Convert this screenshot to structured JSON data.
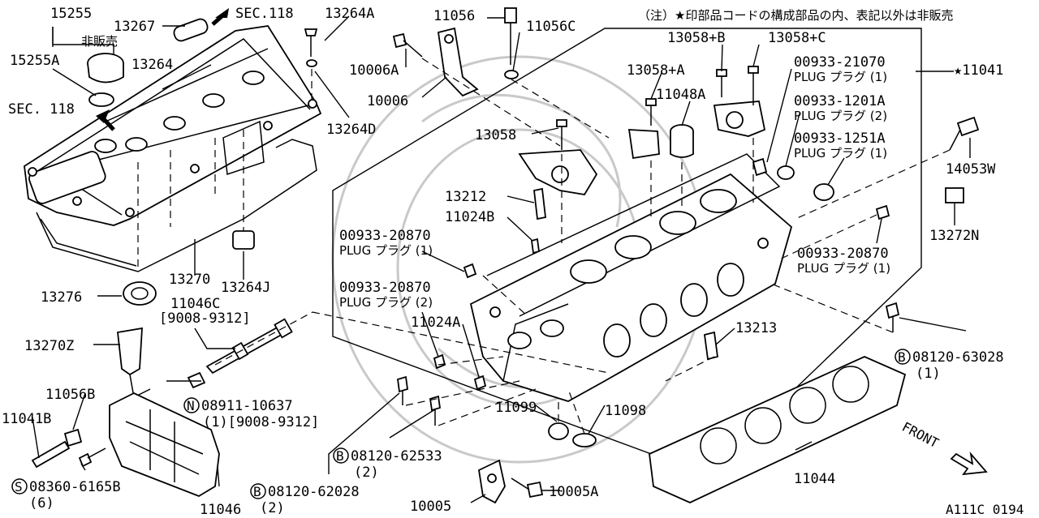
{
  "note": "（注）★印部品コードの構成部品の内、表記以外は非販売",
  "not_for_sale": "非販売",
  "drawing_code": "A111C 0194",
  "front_label": "FRONT",
  "labels": {
    "p15255": "15255",
    "p15255a": "15255A",
    "sec118_left": "SEC. 118",
    "p13267": "13267",
    "sec118_top": "SEC.118",
    "p13264": "13264",
    "p13264a": "13264A",
    "p13264d": "13264D",
    "p11056": "11056",
    "p11056c": "11056C",
    "p10006a": "10006A",
    "p10006": "10006",
    "p13058b": "13058+B",
    "p13058c": "13058+C",
    "p13058a": "13058+A",
    "p11048a": "11048A",
    "p13058": "13058",
    "plug21070_code": "00933-21070",
    "plug21070_desc": "PLUG プラグ (1)",
    "p11041": "★11041",
    "plug1201a_code": "00933-1201A",
    "plug1201a_desc": "PLUG プラグ (2)",
    "plug1251a_code": "00933-1251A",
    "plug1251a_desc": "PLUG プラグ (1)",
    "p14053w": "14053W",
    "p13212": "13212",
    "p11024b": "11024B",
    "plug20870a_code": "00933-20870",
    "plug20870a_desc": "PLUG プラグ (1)",
    "p13272n": "13272N",
    "plug20870r_code": "00933-20870",
    "plug20870r_desc": "PLUG プラグ (1)",
    "p13270": "13270",
    "p13264j": "13264J",
    "p13276": "13276",
    "p11046c": "11046C",
    "p11046c_range": "[9008-9312]",
    "plug20870b_code": "00933-20870",
    "plug20870b_desc": "PLUG プラグ (2)",
    "p11024a": "11024A",
    "p13213": "13213",
    "bolt63028": "08120-63028",
    "bolt63028_qty": "(1)",
    "p13270z": "13270Z",
    "p11056b": "11056B",
    "nut10637": "08911-10637",
    "nut10637_qty": "(1)[9008-9312]",
    "p11041b": "11041B",
    "p11099": "11099",
    "p11098": "11098",
    "bolt62533": "08120-62533",
    "bolt62533_qty": "(2)",
    "screw6165b": "08360-6165B",
    "screw6165b_qty": "(6)",
    "bolt62028": "08120-62028",
    "bolt62028_qty": "(2)",
    "p11046": "11046",
    "p11044": "11044",
    "p10005": "10005",
    "p10005a": "10005A"
  },
  "prefix_marks": {
    "B": "B",
    "N": "N",
    "S": "S"
  }
}
